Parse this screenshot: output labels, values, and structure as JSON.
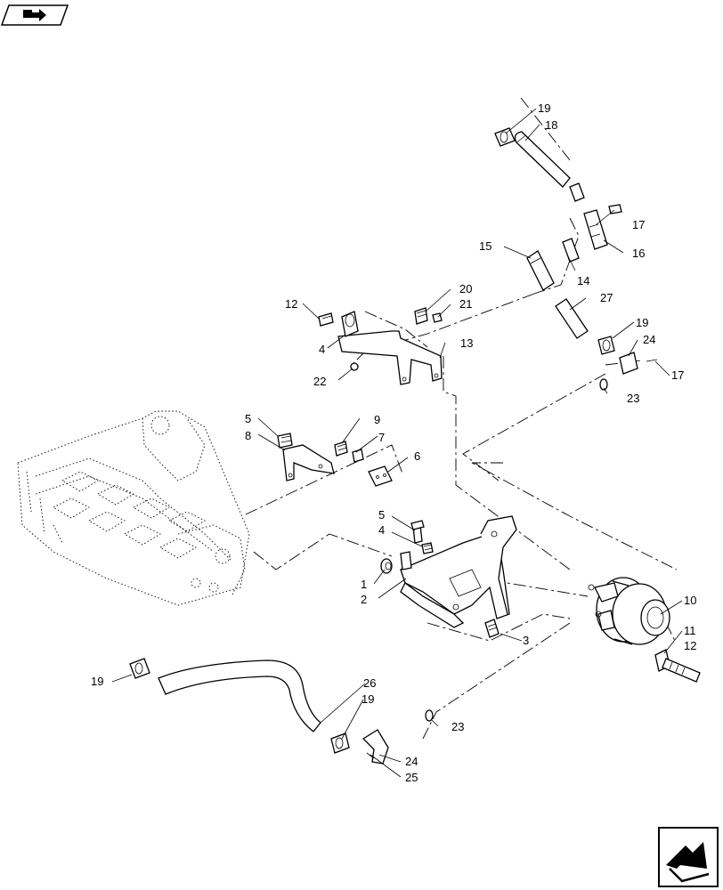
{
  "diagram": {
    "callouts": [
      {
        "id": "c1",
        "text": "1"
      },
      {
        "id": "c2",
        "text": "2"
      },
      {
        "id": "c3",
        "text": "3"
      },
      {
        "id": "c4a",
        "text": "4"
      },
      {
        "id": "c4b",
        "text": "4"
      },
      {
        "id": "c5a",
        "text": "5"
      },
      {
        "id": "c5b",
        "text": "5"
      },
      {
        "id": "c6",
        "text": "6"
      },
      {
        "id": "c7",
        "text": "7"
      },
      {
        "id": "c8",
        "text": "8"
      },
      {
        "id": "c9",
        "text": "9"
      },
      {
        "id": "c10",
        "text": "10"
      },
      {
        "id": "c11",
        "text": "11"
      },
      {
        "id": "c12a",
        "text": "12"
      },
      {
        "id": "c12b",
        "text": "12"
      },
      {
        "id": "c13",
        "text": "13"
      },
      {
        "id": "c14",
        "text": "14"
      },
      {
        "id": "c15",
        "text": "15"
      },
      {
        "id": "c16",
        "text": "16"
      },
      {
        "id": "c17a",
        "text": "17"
      },
      {
        "id": "c17b",
        "text": "17"
      },
      {
        "id": "c18",
        "text": "18"
      },
      {
        "id": "c19a",
        "text": "19"
      },
      {
        "id": "c19b",
        "text": "19"
      },
      {
        "id": "c19c",
        "text": "19"
      },
      {
        "id": "c19d",
        "text": "19"
      },
      {
        "id": "c20",
        "text": "20"
      },
      {
        "id": "c21",
        "text": "21"
      },
      {
        "id": "c22",
        "text": "22"
      },
      {
        "id": "c23a",
        "text": "23"
      },
      {
        "id": "c23b",
        "text": "23"
      },
      {
        "id": "c24a",
        "text": "24"
      },
      {
        "id": "c24b",
        "text": "24"
      },
      {
        "id": "c25",
        "text": "25"
      },
      {
        "id": "c26",
        "text": "26"
      },
      {
        "id": "c27",
        "text": "27"
      }
    ]
  },
  "icons": {
    "top_left": "book-arrow-icon",
    "bottom_right": "next-page-arrow-icon"
  }
}
